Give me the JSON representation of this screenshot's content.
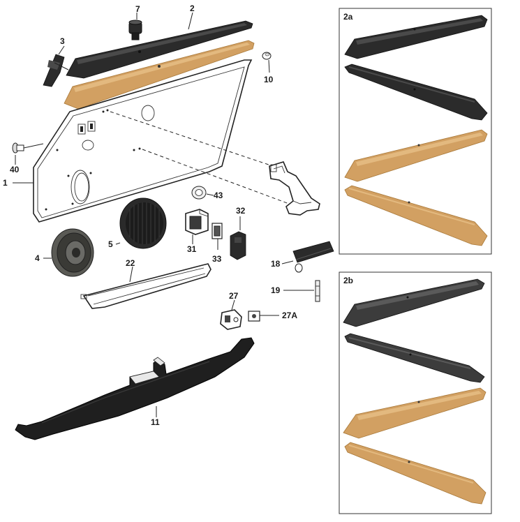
{
  "parts": [
    {
      "id": "p1",
      "label": "1"
    },
    {
      "id": "p2",
      "label": "2"
    },
    {
      "id": "p3",
      "label": "3"
    },
    {
      "id": "p4",
      "label": "4"
    },
    {
      "id": "p5",
      "label": "5"
    },
    {
      "id": "p7",
      "label": "7"
    },
    {
      "id": "p10",
      "label": "10"
    },
    {
      "id": "p11",
      "label": "11"
    },
    {
      "id": "p18",
      "label": "18"
    },
    {
      "id": "p19",
      "label": "19"
    },
    {
      "id": "p22",
      "label": "22"
    },
    {
      "id": "p27",
      "label": "27"
    },
    {
      "id": "p27a",
      "label": "27A"
    },
    {
      "id": "p31",
      "label": "31"
    },
    {
      "id": "p32",
      "label": "32"
    },
    {
      "id": "p33",
      "label": "33"
    },
    {
      "id": "p40",
      "label": "40"
    },
    {
      "id": "p43",
      "label": "43"
    }
  ],
  "insets": [
    {
      "id": "2a",
      "label": "2a"
    },
    {
      "id": "2b",
      "label": "2b"
    }
  ],
  "colors": {
    "black_trim": "#2b2b2b",
    "tan_trim": "#d2a062",
    "line": "#222222"
  }
}
